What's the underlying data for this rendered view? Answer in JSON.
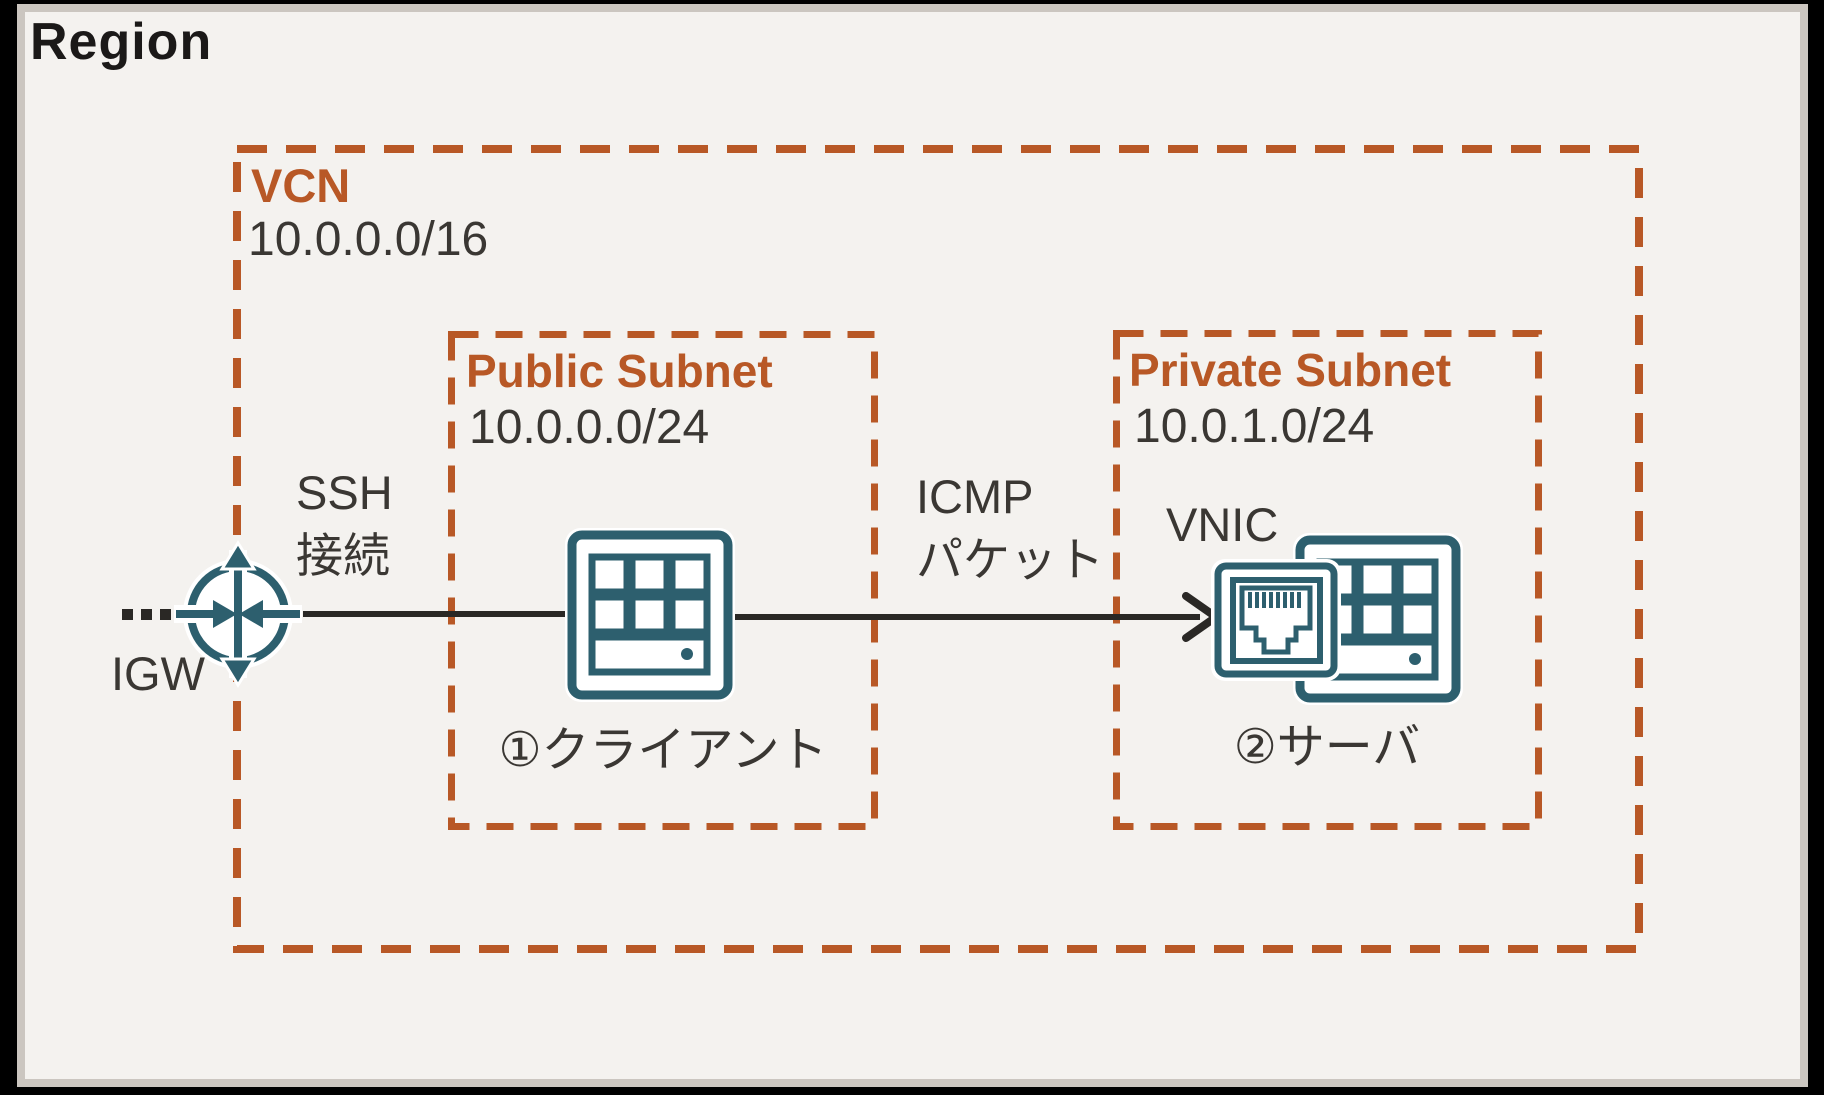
{
  "region": {
    "label": "Region"
  },
  "vcn": {
    "label": "VCN",
    "cidr": "10.0.0.0/16"
  },
  "public_subnet": {
    "label": "Public Subnet",
    "cidr": "10.0.0.0/24",
    "node_label": "①クライアント"
  },
  "private_subnet": {
    "label": "Private Subnet",
    "cidr": "10.0.1.0/24",
    "vnic_label": "VNIC",
    "node_label": "②サーバ"
  },
  "gateway": {
    "label": "IGW"
  },
  "connections": {
    "ssh": {
      "label_line1": "SSH",
      "label_line2": "接続"
    },
    "icmp": {
      "label_line1": "ICMP",
      "label_line2": "パケット"
    }
  },
  "colors": {
    "accent_orange": "#b85826",
    "icon_teal": "#2d5f6e",
    "line_black": "#2a2825",
    "text_dark": "#3a3733",
    "title_black": "#1b1918",
    "background": "#f4f2ef",
    "frame_gray": "#cbc6c0"
  }
}
